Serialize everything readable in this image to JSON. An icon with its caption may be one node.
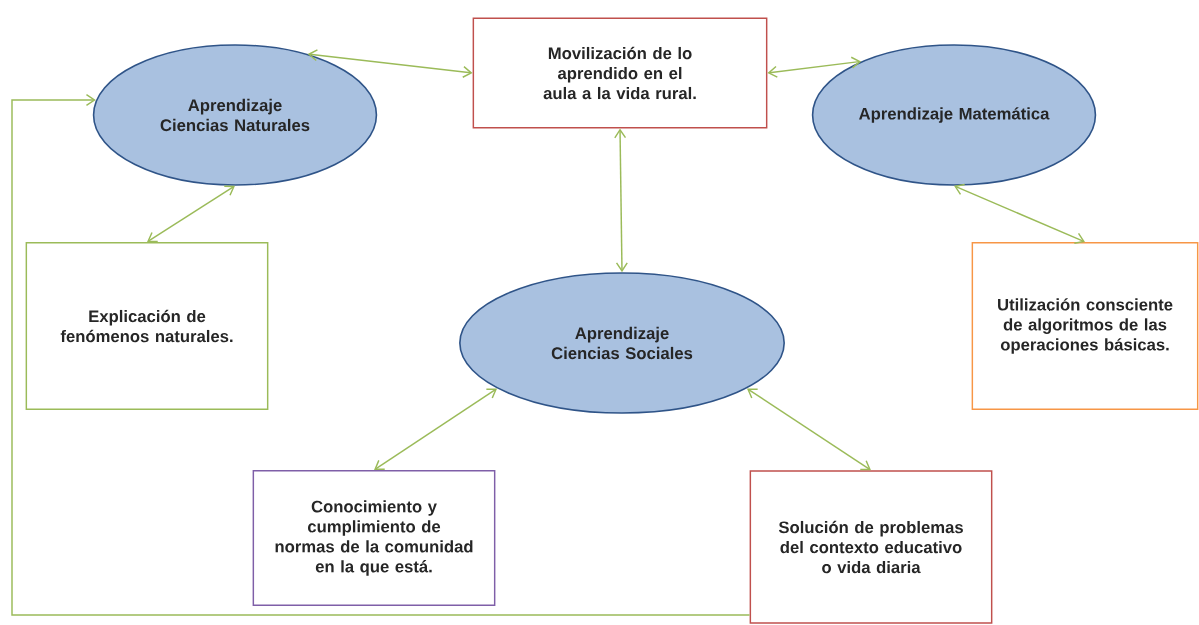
{
  "diagram": {
    "nodes": [
      {
        "text": [
          "Aprendizaje Ciencias Naturales"
        ]
      },
      {
        "text": [
          "Movilización de lo aprendido en el aula a la vida rural."
        ]
      },
      {
        "text": [
          "Aprendizaje Matemática"
        ]
      },
      {
        "text": [
          "Explicación de fenómenos naturales."
        ]
      },
      {
        "text": [
          "Aprendizaje Ciencias Sociales"
        ]
      },
      {
        "text": [
          "Utilización consciente de algoritmos de las operaciones básicas."
        ]
      },
      {
        "text": [
          "Conocimiento y cumplimiento de normas de la comunidad en la que está."
        ]
      },
      {
        "text": [
          "Solución de problemas del contexto educativo o vida diaria"
        ]
      }
    ],
    "edges": [
      {
        "from": 0,
        "to": 1,
        "arrow": "both"
      },
      {
        "from": 1,
        "to": 2,
        "arrow": "both"
      },
      {
        "from": 1,
        "to": 4,
        "arrow": "both"
      },
      {
        "from": 0,
        "to": 3,
        "arrow": "both"
      },
      {
        "from": 2,
        "to": 5,
        "arrow": "both"
      },
      {
        "from": 4,
        "to": 6,
        "arrow": "both"
      },
      {
        "from": 4,
        "to": 7,
        "arrow": "both"
      },
      {
        "from": 7,
        "to": 0,
        "arrow": "to"
      }
    ]
  }
}
